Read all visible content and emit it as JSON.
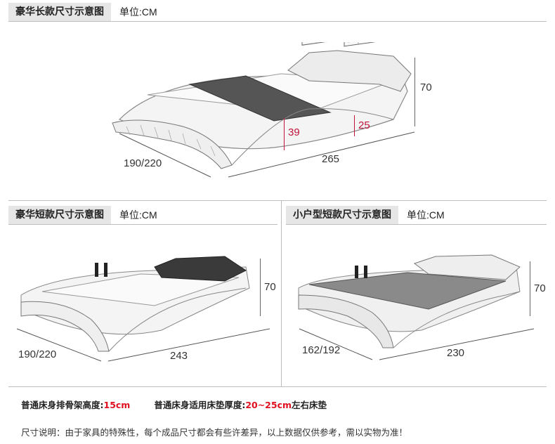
{
  "sections": {
    "top": {
      "title": "豪华长款尺寸示意图",
      "unit": "单位:CM",
      "dims": {
        "height": "70",
        "headboard": "39",
        "side": "25",
        "width": "190/220",
        "length": "265"
      }
    },
    "bottom_left": {
      "title": "豪华短款尺寸示意图",
      "unit": "单位:CM",
      "dims": {
        "height": "70",
        "width": "190/220",
        "length": "243"
      }
    },
    "bottom_right": {
      "title": "小户型短款尺寸示意图",
      "unit": "单位:CM",
      "dims": {
        "height": "70",
        "width": "162/192",
        "length": "230"
      }
    }
  },
  "footer": {
    "frame_label": "普通床身排骨架高度:",
    "frame_value": "15cm",
    "mattress_label": "普通床身适用床垫厚度:",
    "mattress_value": "20~25cm",
    "mattress_suffix": "左右床垫",
    "note": "尺寸说明：由于家具的特殊性，每个成品尺寸都会有些许差异，以上数据仅供参考，需以实物为准！"
  },
  "colors": {
    "accent_red": "#e01020",
    "dim_red": "#c0143c",
    "title_bg": "#e6e6e6"
  }
}
